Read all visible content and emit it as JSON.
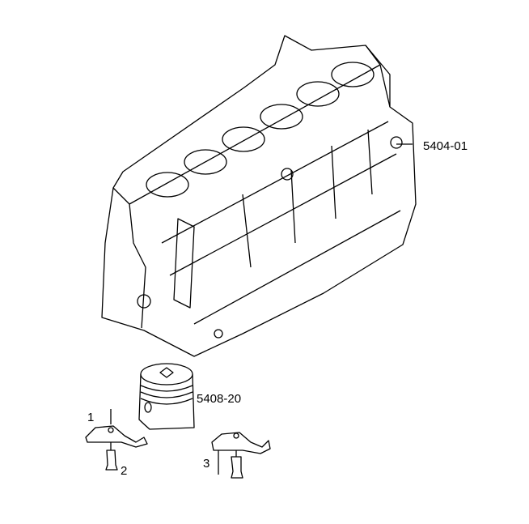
{
  "labels": {
    "block": "5404-01",
    "piston": "5408-20",
    "callout_1": "1",
    "callout_2": "2",
    "callout_3": "3"
  },
  "colors": {
    "line": "#000000",
    "background": "#ffffff"
  }
}
